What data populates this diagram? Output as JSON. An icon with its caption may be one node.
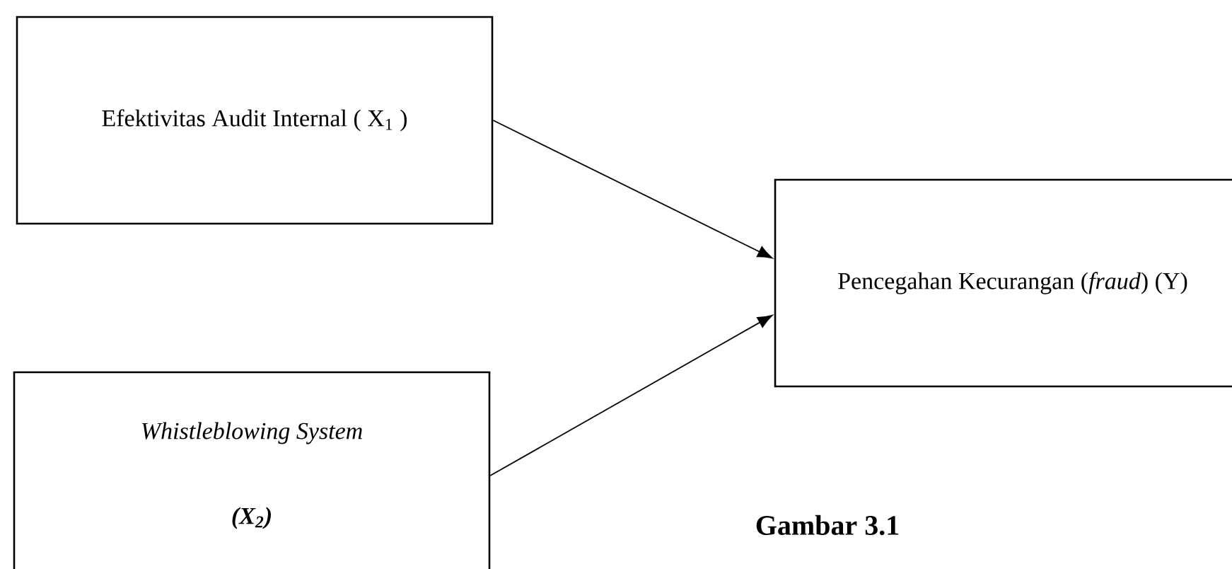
{
  "diagram": {
    "nodes": [
      {
        "text": [
          "Efektivitas Audit Internal ( X$_{1}$ )"
        ]
      },
      {
        "text": [
          "Pencegahan Kecurangan (*fraud*) (Y)"
        ]
      },
      {
        "text": [
          "Whistleblowing System",
          "(X$_{2}$)"
        ]
      }
    ],
    "edges": [
      {
        "from": 0,
        "to": 1,
        "arrow": "to"
      },
      {
        "from": 2,
        "to": 1,
        "arrow": "to"
      }
    ],
    "labels": [
      "Gambar 3.1"
    ]
  }
}
